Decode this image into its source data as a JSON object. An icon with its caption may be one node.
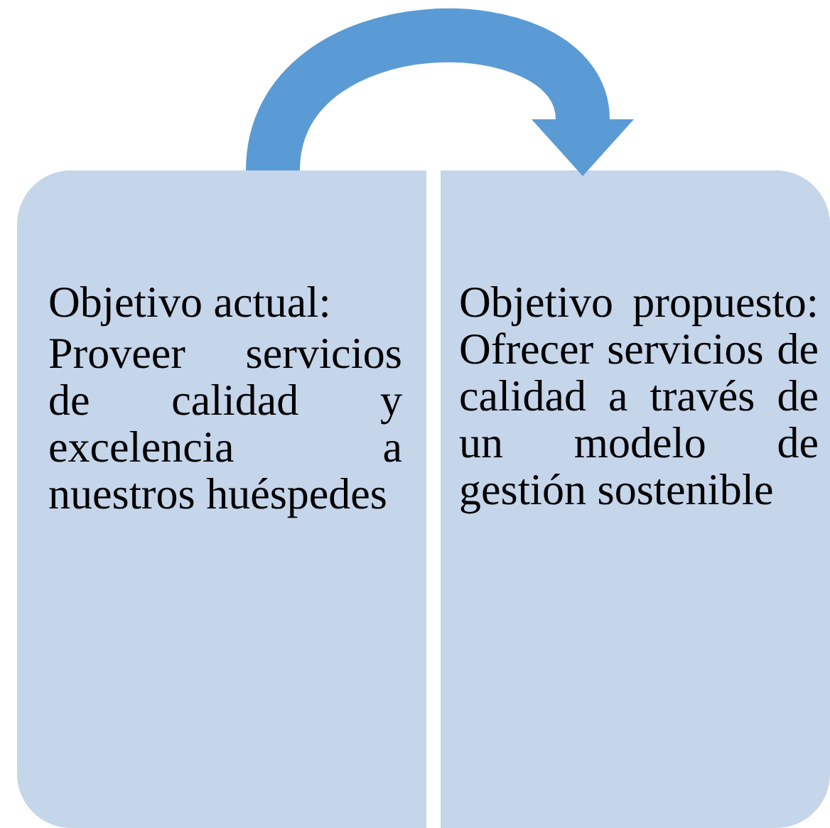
{
  "diagram": {
    "nodes": [
      {
        "text": [
          "Objetivo actual:",
          "Proveer servicios de calidad y excelencia a nuestros huéspedes"
        ]
      },
      {
        "text": [
          "Objetivo propuesto: Ofrecer servicios de calidad a través de un modelo de gestión sostenible"
        ]
      }
    ],
    "edges": [
      {
        "from": 0,
        "to": 1,
        "arrow": "to",
        "color": "#5b9bd5"
      }
    ]
  }
}
